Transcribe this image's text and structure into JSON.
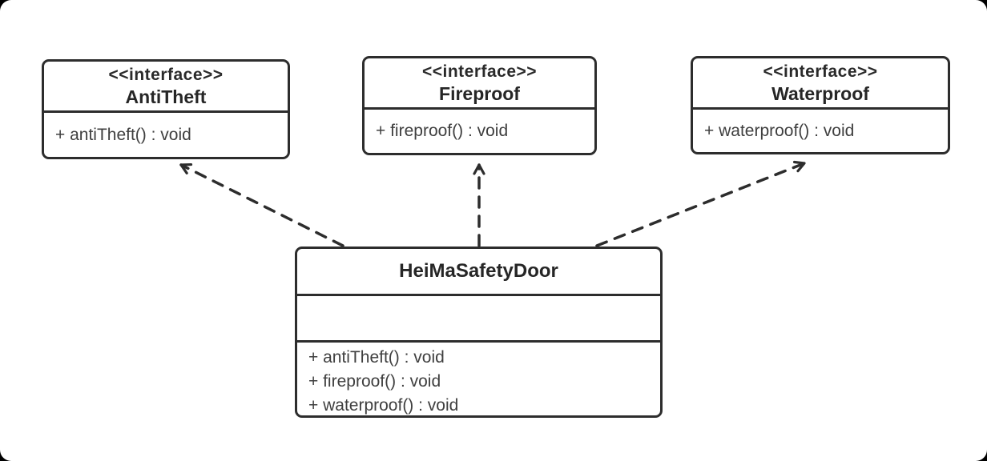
{
  "diagram": {
    "kind": "uml-class-diagram",
    "classes": [
      {
        "id": "antitheft",
        "stereotype": "<<interface>>",
        "name": "AntiTheft",
        "methods": [
          "+ antiTheft() : void"
        ]
      },
      {
        "id": "fireproof",
        "stereotype": "<<interface>>",
        "name": "Fireproof",
        "methods": [
          "+ fireproof() : void"
        ]
      },
      {
        "id": "waterproof",
        "stereotype": "<<interface>>",
        "name": "Waterproof",
        "methods": [
          "+ waterproof() : void"
        ]
      },
      {
        "id": "heimasafetydoor",
        "stereotype": "",
        "name": "HeiMaSafetyDoor",
        "fields": [],
        "methods": [
          "+ antiTheft() : void",
          "+ fireproof() : void",
          "+ waterproof() : void"
        ]
      }
    ],
    "relations": [
      {
        "from": "HeiMaSafetyDoor",
        "to": "AntiTheft",
        "type": "realization",
        "style": "dashed-open-arrow"
      },
      {
        "from": "HeiMaSafetyDoor",
        "to": "Fireproof",
        "type": "realization",
        "style": "dashed-open-arrow"
      },
      {
        "from": "HeiMaSafetyDoor",
        "to": "Waterproof",
        "type": "realization",
        "style": "dashed-open-arrow"
      }
    ],
    "colors": {
      "canvas": "#ffffff",
      "frame": "#000000",
      "border": "#2d2d2d",
      "title_text": "#262626",
      "member_text": "#3f3f3f"
    }
  }
}
